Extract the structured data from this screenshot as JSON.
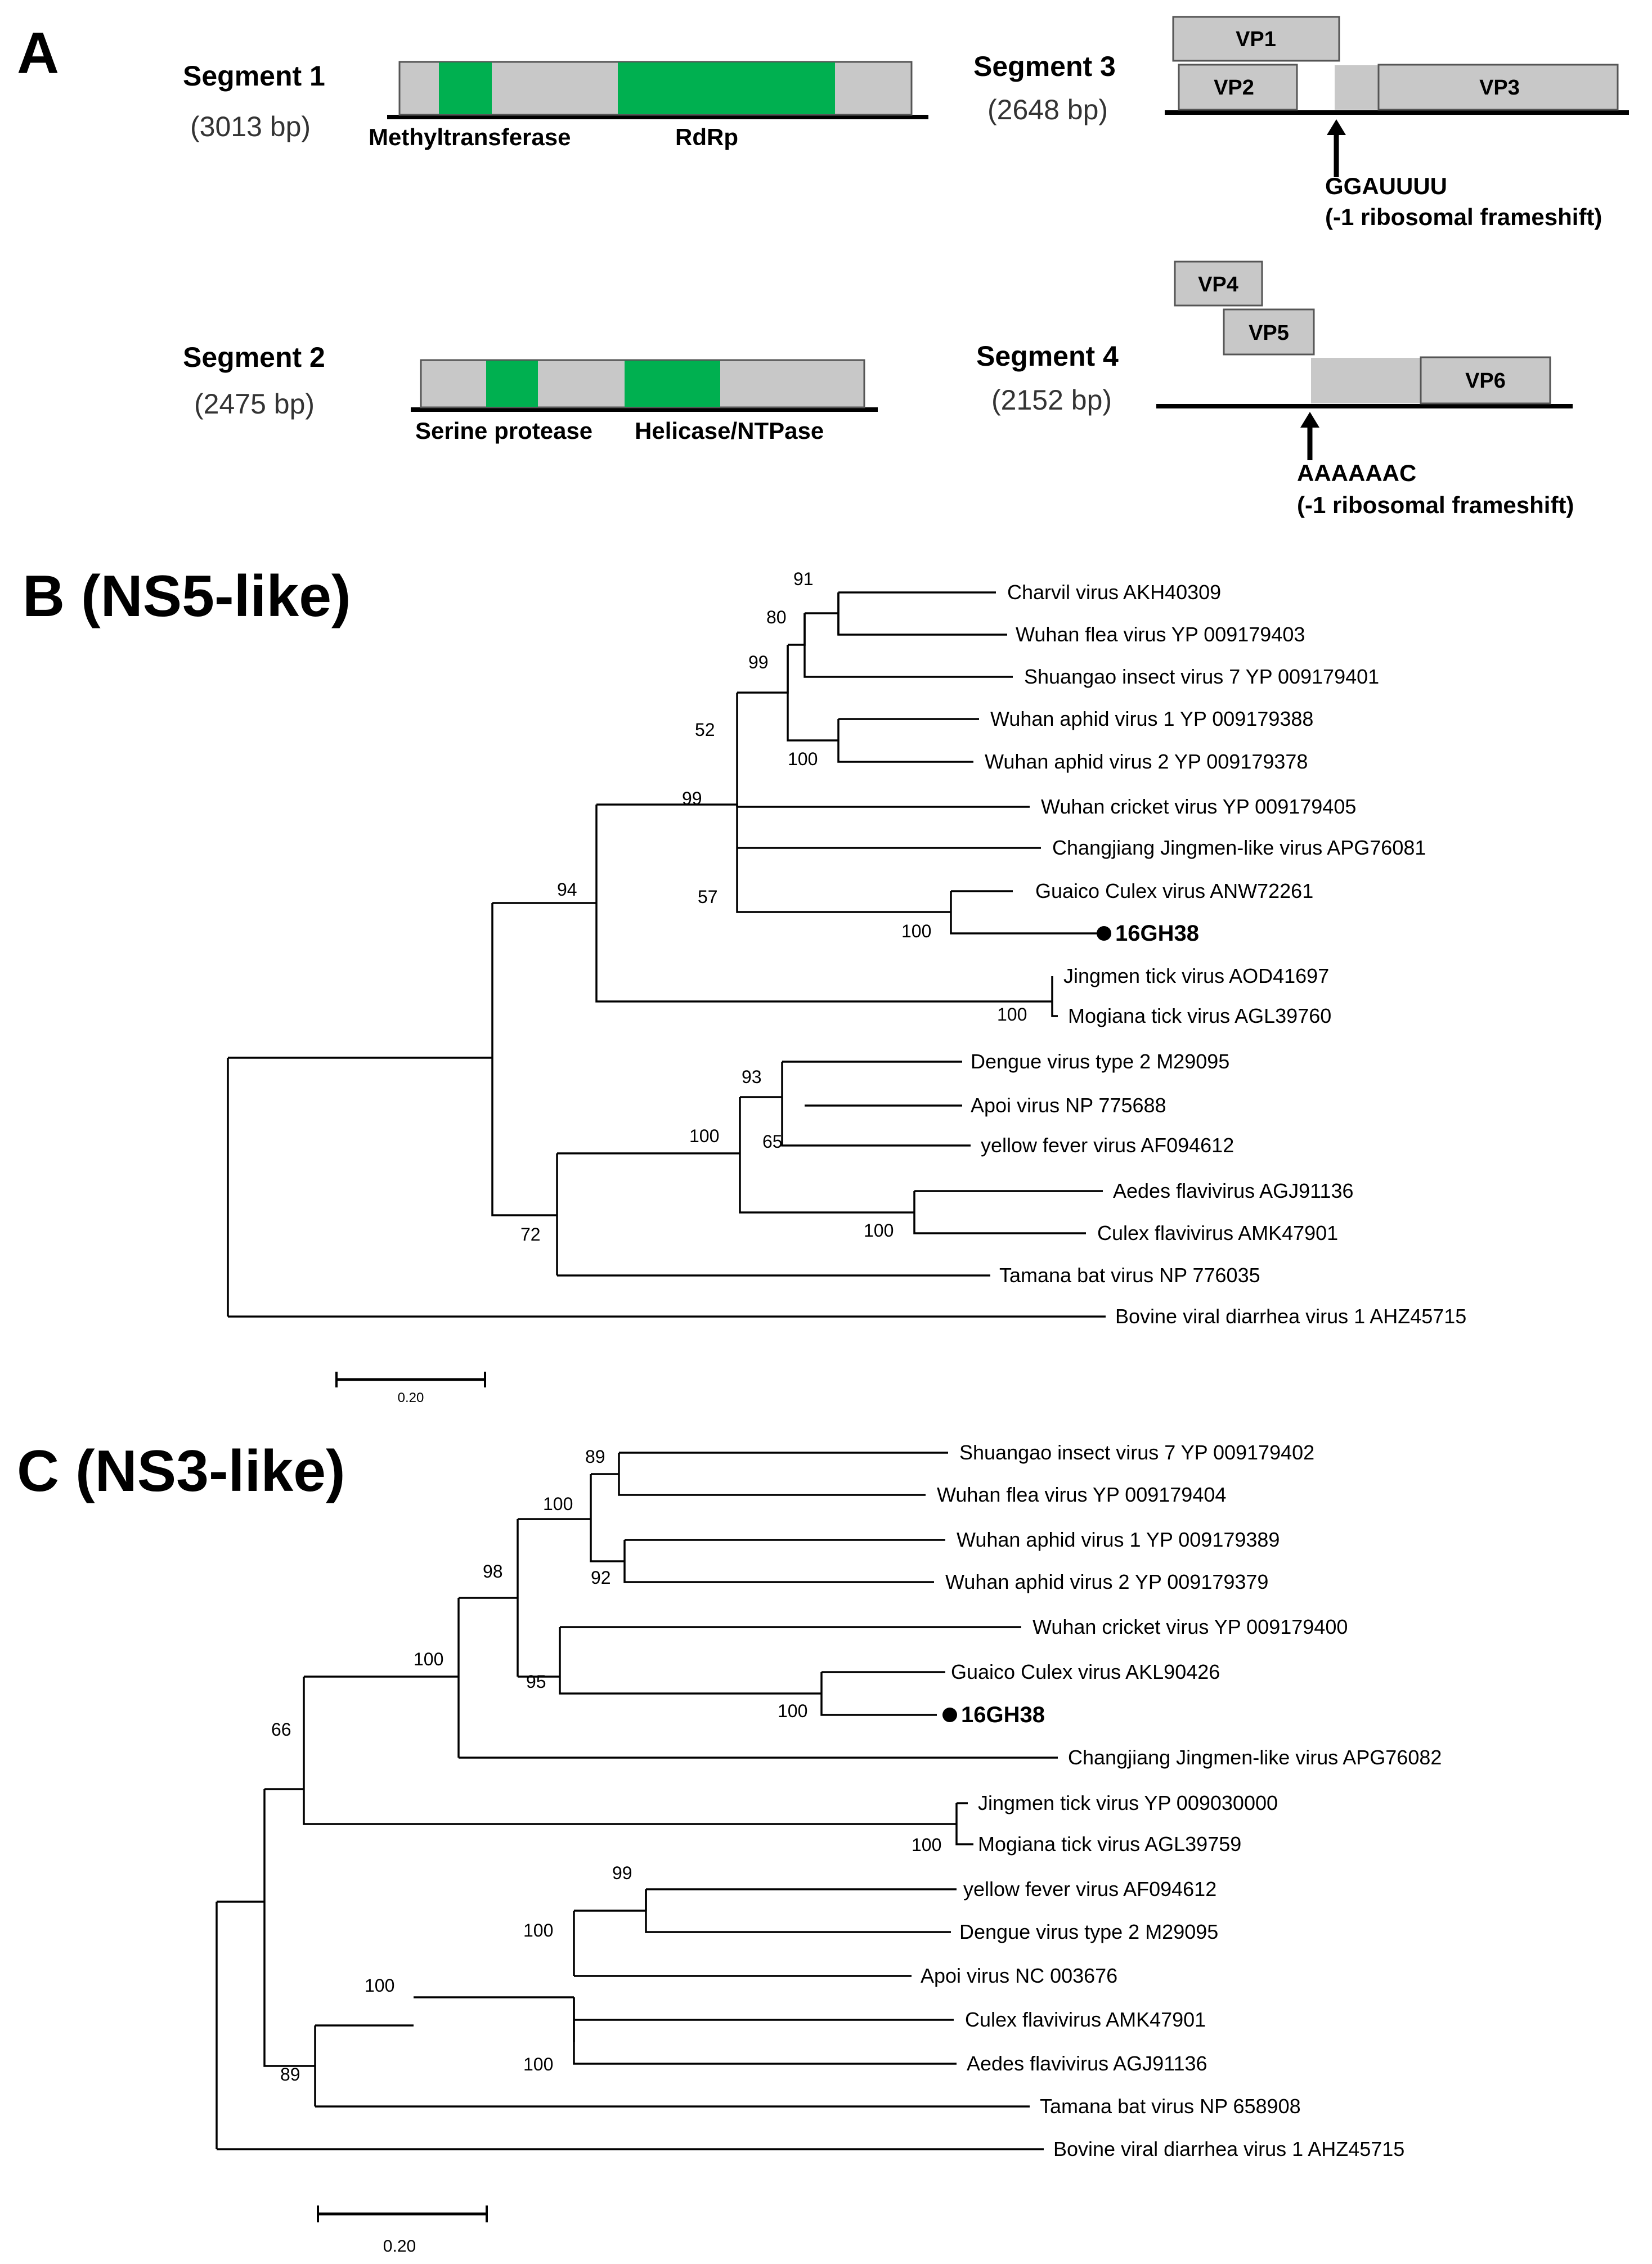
{
  "panel_a": {
    "label": "A",
    "segments": [
      {
        "title": "Segment 1",
        "length": "(3013 bp)",
        "domains": [
          "Methyltransferase",
          "RdRp"
        ]
      },
      {
        "title": "Segment 2",
        "length": "(2475 bp)",
        "domains": [
          "Serine protease",
          "Helicase/NTPase"
        ]
      },
      {
        "title": "Segment 3",
        "length": "(2648 bp)",
        "proteins": [
          "VP1",
          "VP2",
          "VP3"
        ],
        "frameshift_motif": "GGAUUUU",
        "frameshift_note": "(-1 ribosomal frameshift)"
      },
      {
        "title": "Segment 4",
        "length": "(2152 bp)",
        "proteins": [
          "VP4",
          "VP5",
          "VP6"
        ],
        "frameshift_motif": "AAAAAAC",
        "frameshift_note": "(-1 ribosomal frameshift)"
      }
    ],
    "colors": {
      "domain": "#00b050",
      "gene": "#c8c8c8"
    }
  },
  "panel_b": {
    "label": "B (NS5-like)",
    "taxa": [
      "Charvil virus AKH40309",
      "Wuhan flea virus YP 009179403",
      "Shuangao insect virus 7 YP 009179401",
      "Wuhan aphid virus 1 YP 009179388",
      "Wuhan aphid virus 2 YP 009179378",
      "Wuhan cricket virus YP 009179405",
      "Changjiang Jingmen-like virus APG76081",
      "Guaico Culex virus ANW72261",
      "16GH38",
      "Jingmen tick virus AOD41697",
      "Mogiana tick virus AGL39760",
      "Dengue virus type 2 M29095",
      "Apoi virus NP 775688",
      "yellow fever virus AF094612",
      "Aedes flavivirus AGJ91136",
      "Culex flavivirus AMK47901",
      "Tamana bat virus NP 776035",
      "Bovine viral diarrhea virus 1 AHZ45715"
    ],
    "bootstrap": [
      "91",
      "80",
      "99",
      "52",
      "100",
      "99",
      "57",
      "94",
      "100",
      "100",
      "93",
      "100",
      "65",
      "100",
      "72"
    ],
    "scale_bar": "0.20"
  },
  "panel_c": {
    "label": "C (NS3-like)",
    "taxa": [
      "Shuangao insect virus 7 YP 009179402",
      "Wuhan flea virus YP 009179404",
      "Wuhan aphid virus 1 YP 009179389",
      "Wuhan aphid virus 2 YP 009179379",
      "Wuhan cricket virus YP 009179400",
      "Guaico Culex virus AKL90426",
      "16GH38",
      "Changjiang Jingmen-like virus APG76082",
      "Jingmen tick virus YP 009030000",
      "Mogiana tick virus AGL39759",
      "yellow fever virus AF094612",
      "Dengue virus type 2 M29095",
      "Apoi virus NC 003676",
      "Culex flavivirus AMK47901",
      "Aedes flavivirus AGJ91136",
      "Tamana bat virus NP 658908",
      "Bovine viral diarrhea virus 1 AHZ45715"
    ],
    "bootstrap": [
      "89",
      "100",
      "92",
      "98",
      "95",
      "100",
      "100",
      "66",
      "100",
      "99",
      "100",
      "100",
      "100",
      "89"
    ],
    "scale_bar": "0.20"
  }
}
